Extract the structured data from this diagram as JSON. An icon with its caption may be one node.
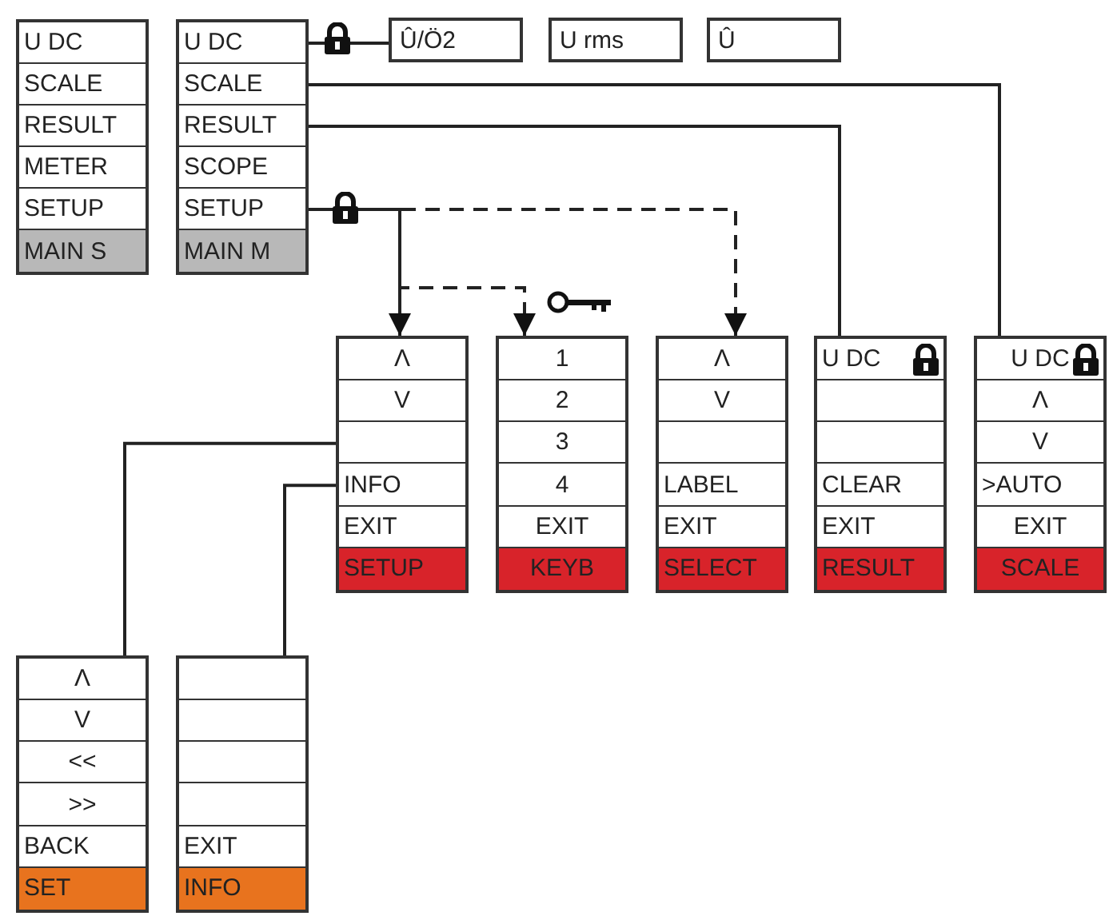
{
  "diagram": {
    "nodes": [
      {
        "text": [],
        "shape": "box"
      },
      {
        "text": [
          "U DC"
        ],
        "in": 0
      },
      {
        "text": [
          "SCALE"
        ],
        "in": 0
      },
      {
        "text": [
          "RESULT"
        ],
        "in": 0
      },
      {
        "text": [
          "METER"
        ],
        "in": 0
      },
      {
        "text": [
          "SETUP"
        ],
        "in": 0
      },
      {
        "text": [
          "MAIN S"
        ],
        "in": 0
      },
      {
        "text": [],
        "shape": "box"
      },
      {
        "text": [
          "U DC"
        ],
        "in": 7
      },
      {
        "text": [
          "SCALE"
        ],
        "in": 7
      },
      {
        "text": [
          "RESULT"
        ],
        "in": 7
      },
      {
        "text": [
          "SCOPE"
        ],
        "in": 7
      },
      {
        "text": [
          "SETUP"
        ],
        "in": 7
      },
      {
        "text": [
          "MAIN M"
        ],
        "in": 7
      },
      {
        "text": [
          "Û/Ö2"
        ]
      },
      {
        "text": [
          "U rms"
        ]
      },
      {
        "text": [
          "Û"
        ]
      },
      {
        "text": [],
        "shape": "box"
      },
      {
        "text": [
          "Λ"
        ],
        "in": 17
      },
      {
        "text": [
          "V"
        ],
        "in": 17
      },
      {
        "text": [],
        "shape": "box",
        "in": 17
      },
      {
        "text": [
          "INFO"
        ],
        "in": 17
      },
      {
        "text": [
          "EXIT"
        ],
        "in": 17
      },
      {
        "text": [
          "SETUP"
        ],
        "in": 17
      },
      {
        "text": [],
        "shape": "box"
      },
      {
        "text": [
          "1"
        ],
        "in": 24
      },
      {
        "text": [
          "2"
        ],
        "in": 24
      },
      {
        "text": [
          "3"
        ],
        "in": 24
      },
      {
        "text": [
          "4"
        ],
        "in": 24
      },
      {
        "text": [
          "EXIT"
        ],
        "in": 24
      },
      {
        "text": [
          "KEYB"
        ],
        "in": 24
      },
      {
        "text": [],
        "shape": "box"
      },
      {
        "text": [
          "Λ"
        ],
        "in": 31
      },
      {
        "text": [
          "V"
        ],
        "in": 31
      },
      {
        "text": [],
        "shape": "box",
        "in": 31
      },
      {
        "text": [
          "LABEL"
        ],
        "in": 31
      },
      {
        "text": [
          "EXIT"
        ],
        "in": 31
      },
      {
        "text": [
          "SELECT"
        ],
        "in": 31
      },
      {
        "text": [],
        "shape": "box"
      },
      {
        "text": [
          "U DC"
        ],
        "in": 38
      },
      {
        "text": [],
        "shape": "box",
        "in": 38
      },
      {
        "text": [],
        "shape": "box",
        "in": 38
      },
      {
        "text": [
          "CLEAR"
        ],
        "in": 38
      },
      {
        "text": [
          "EXIT"
        ],
        "in": 38
      },
      {
        "text": [
          "RESULT"
        ],
        "in": 38
      },
      {
        "text": [],
        "shape": "box"
      },
      {
        "text": [
          "U DC"
        ],
        "in": 45
      },
      {
        "text": [
          "Λ"
        ],
        "in": 45
      },
      {
        "text": [
          "V"
        ],
        "in": 45
      },
      {
        "text": [
          ">AUTO"
        ],
        "in": 45
      },
      {
        "text": [
          "EXIT"
        ],
        "in": 45
      },
      {
        "text": [
          "SCALE"
        ],
        "in": 45
      },
      {
        "text": [],
        "shape": "box"
      },
      {
        "text": [
          "Λ"
        ],
        "in": 52
      },
      {
        "text": [
          "V"
        ],
        "in": 52
      },
      {
        "text": [
          "<<"
        ],
        "in": 52
      },
      {
        "text": [
          ">>"
        ],
        "in": 52
      },
      {
        "text": [
          "BACK"
        ],
        "in": 52
      },
      {
        "text": [
          "SET"
        ],
        "in": 52
      },
      {
        "text": [],
        "shape": "box"
      },
      {
        "text": [],
        "shape": "box",
        "in": 59
      },
      {
        "text": [],
        "shape": "box",
        "in": 59
      },
      {
        "text": [],
        "shape": "box",
        "in": 59
      },
      {
        "text": [],
        "shape": "box",
        "in": 59
      },
      {
        "text": [
          "EXIT"
        ],
        "in": 59
      },
      {
        "text": [
          "INFO"
        ],
        "in": 59
      }
    ],
    "edges": [
      {
        "from": 8,
        "to": 14,
        "arrow": "none"
      },
      {
        "from": 9,
        "to": 45,
        "arrow": "none"
      },
      {
        "from": 10,
        "to": 38,
        "arrow": "none"
      },
      {
        "from": 12,
        "to": 17,
        "arrow": "to"
      },
      {
        "from": 12,
        "to": 24,
        "arrow": "to",
        "style": "dashed"
      },
      {
        "from": 12,
        "to": 31,
        "arrow": "to",
        "style": "dashed"
      },
      {
        "from": 20,
        "to": 52,
        "arrow": "none"
      },
      {
        "from": 21,
        "to": 59,
        "arrow": "none"
      }
    ]
  }
}
